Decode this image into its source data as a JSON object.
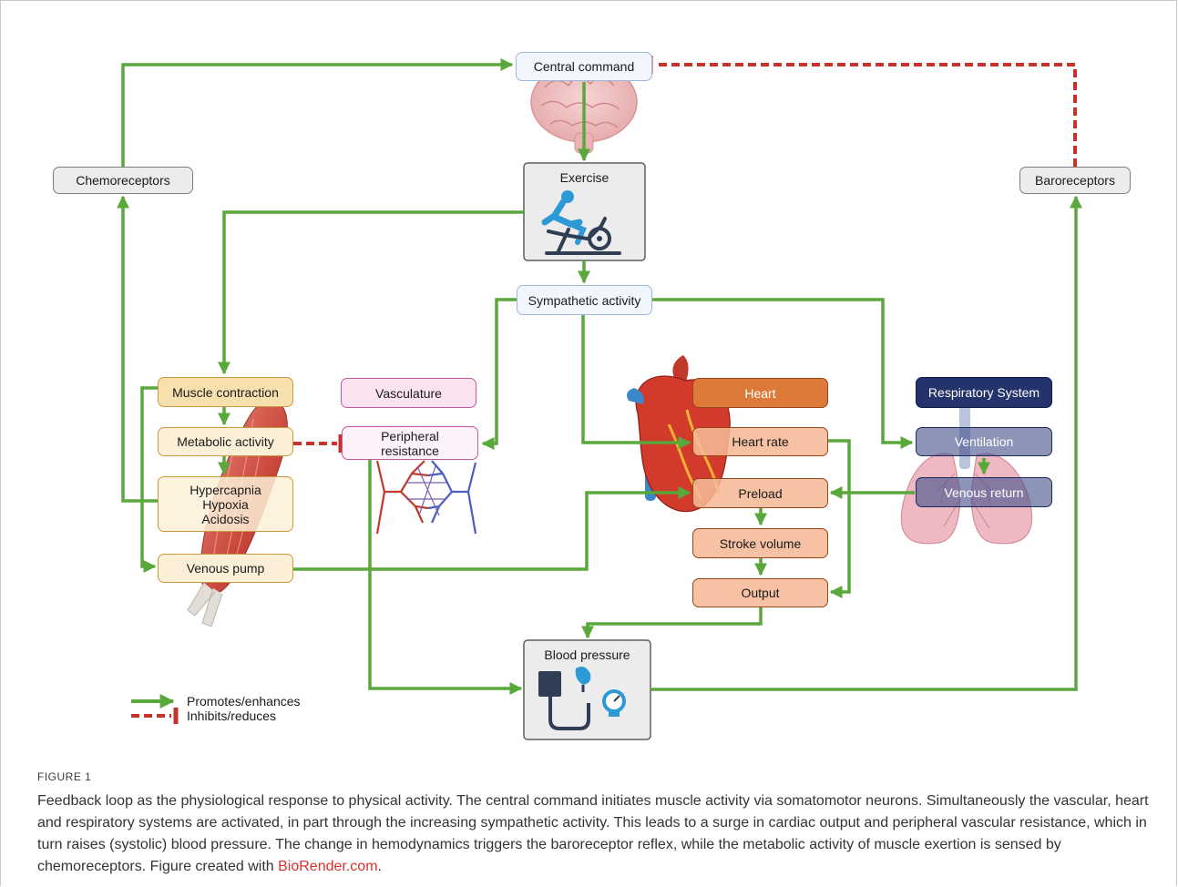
{
  "nodes": {
    "central_command": "Central command",
    "chemoreceptors": "Chemoreceptors",
    "baroreceptors": "Baroreceptors",
    "exercise": "Exercise",
    "sympathetic_activity": "Sympathetic activity",
    "muscle_contraction": "Muscle contraction",
    "metabolic_activity": "Metabolic activity",
    "hypercapnia": "Hypercapnia",
    "hypoxia": "Hypoxia",
    "acidosis": "Acidosis",
    "venous_pump": "Venous pump",
    "vasculature": "Vasculature",
    "peripheral_resistance_1": "Peripheral",
    "peripheral_resistance_2": "resistance",
    "heart": "Heart",
    "heart_rate": "Heart rate",
    "preload": "Preload",
    "stroke_volume": "Stroke volume",
    "output": "Output",
    "respiratory_system": "Respiratory System",
    "ventilation": "Ventilation",
    "venous_return": "Venous return",
    "blood_pressure": "Blood pressure"
  },
  "legend": {
    "promotes": "Promotes/enhances",
    "inhibits": "Inhibits/reduces"
  },
  "colors": {
    "promote_arrow": "#5aa83c",
    "inhibit_arrow": "#c8322b"
  },
  "figure": {
    "label": "FIGURE 1",
    "caption": "Feedback loop as the physiological response to physical activity. The central command initiates muscle activity via somatomotor neurons. Simultaneously the vascular, heart and respiratory systems are activated, in part through the increasing sympathetic activity. This leads to a surge in cardiac output and peripheral vascular resistance, which in turn raises (systolic) blood pressure. The change in hemodynamics triggers the baroreceptor reflex, while the metabolic activity of muscle exertion is sensed by chemoreceptors. Figure created with ",
    "caption_link": "BioRender.com",
    "caption_end": "."
  }
}
